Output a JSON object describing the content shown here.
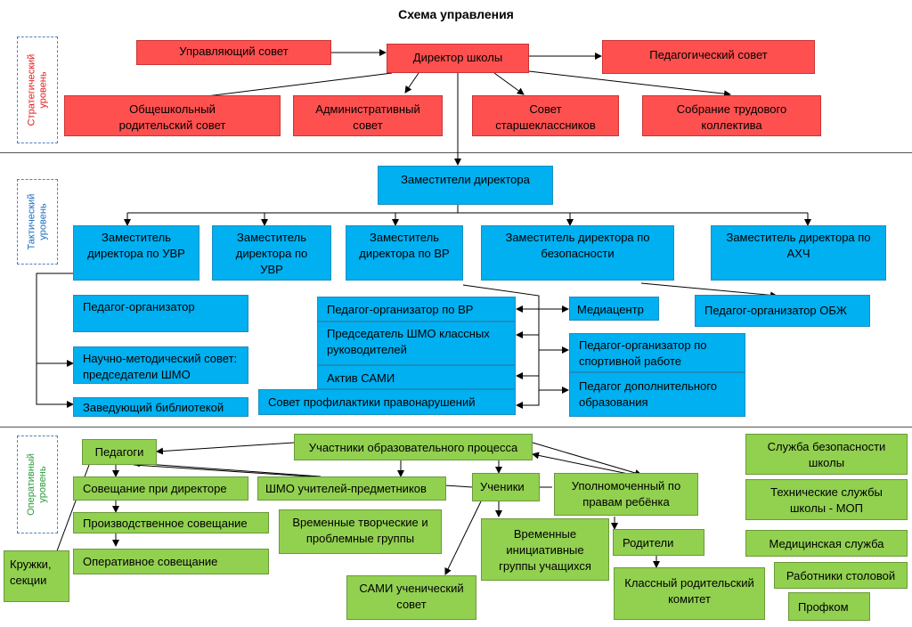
{
  "title": "Схема управления",
  "levels": {
    "strategic": "Стратегический уровень",
    "tactical": "Тактический уровень",
    "operational": "Оперативный уровень"
  },
  "colors": {
    "strategic": "#ff5050",
    "tactical": "#00b0f0",
    "operational": "#92d050",
    "strategic_text": "#e02020",
    "tactical_text": "#2070c0",
    "operational_text": "#2a9e3a"
  },
  "strategic": {
    "managing_council": "Управляющий совет",
    "director": "Директор школы",
    "ped_council": "Педагогический совет",
    "parent_council": "Общешкольный родительский совет",
    "admin_council": "Административный совет",
    "senior_council": "Совет старшеклассников",
    "staff_assembly": "Собрание трудового коллектива"
  },
  "tactical": {
    "deputies": "Заместители директора",
    "dep_uvr1": "Заместитель директора по УВР",
    "dep_uvr2": "Заместитель директора по УВР",
    "dep_vr": "Заместитель директора по ВР",
    "dep_safety": "Заместитель директора по безопасности",
    "dep_ahch": "Заместитель директора по АХЧ",
    "ped_org": "Педагог-организатор",
    "sci_council": "Научно-методический совет: председатели ШМО",
    "library": "Заведующий библиотекой",
    "ped_org_vr": "Педагог-организатор по ВР",
    "shmo_head": "Председатель ШМО классных руководителей",
    "activ": "Актив САМИ",
    "prevention": "Совет профилактики правонарушений",
    "media": "Медиацентр",
    "ped_org_sport": "Педагог-организатор по спортивной работе",
    "ped_extra": "Педагог дополнительного образования",
    "ped_org_obzh": "Педагог-организатор ОБЖ"
  },
  "operational": {
    "participants": "Участники образовательного процесса",
    "teachers": "Педагоги",
    "meeting_director": "Совещание при директоре",
    "production_meeting": "Производственное совещание",
    "operative_meeting": "Оперативное совещание",
    "clubs": "Кружки, секции",
    "shmo_subject": "ШМО учителей-предметников",
    "temp_groups": "Временные творческие и проблемные группы",
    "students": "Ученики",
    "ombudsman": "Уполномоченный по правам ребёнка",
    "initiative_groups": "Временные инициативные группы учащихся",
    "sami": "САМИ ученический совет",
    "parents": "Родители",
    "class_committee": "Классный родительский комитет",
    "security": "Служба безопасности школы",
    "tech_services": "Технические службы школы - МОП",
    "medical": "Медицинская служба",
    "canteen": "Работники столовой",
    "union": "Профком"
  }
}
